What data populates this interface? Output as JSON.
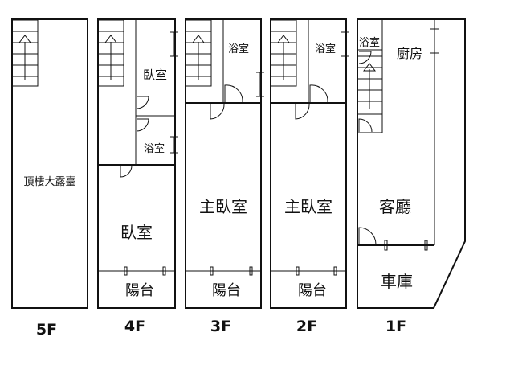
{
  "plans": [
    {
      "floor": "5F",
      "rooms": [
        "頂樓大露臺"
      ]
    },
    {
      "floor": "4F",
      "rooms": [
        "臥室",
        "浴室",
        "臥室",
        "陽台"
      ]
    },
    {
      "floor": "3F",
      "rooms": [
        "浴室",
        "主臥室",
        "陽台"
      ]
    },
    {
      "floor": "2F",
      "rooms": [
        "浴室",
        "主臥室",
        "陽台"
      ]
    },
    {
      "floor": "1F",
      "rooms": [
        "浴室",
        "廚房",
        "客廳",
        "車庫"
      ]
    }
  ]
}
